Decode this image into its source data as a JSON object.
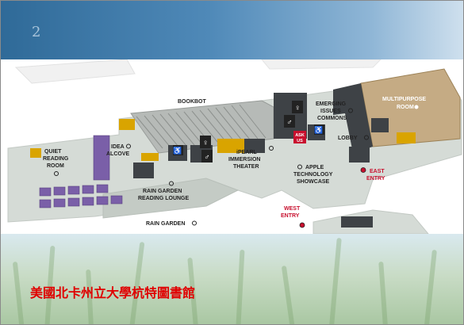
{
  "slide": {
    "number": "2",
    "caption": "美國北卡州立大學杭特圖書館"
  },
  "map": {
    "labels": {
      "bookbot": "BOOKBOT",
      "emerging": "EMERGING",
      "issues": "ISSUES",
      "commons": "COMMONS",
      "multipurpose": "MULTIPURPOSE",
      "room": "ROOM",
      "quiet": "QUIET",
      "reading": "READING",
      "quiet_room": "ROOM",
      "idea": "IDEA",
      "alcove": "ALCOVE",
      "ipearl": "iPEARL",
      "immersion": "IMMERSION",
      "theater": "THEATER",
      "apple": "APPLE",
      "technology": "TECHNOLOGY",
      "showcase": "SHOWCASE",
      "lobby": "LOBBY",
      "east": "EAST",
      "entry": "ENTRY",
      "rain_garden_reading": "RAIN GARDEN",
      "reading_lounge": "READING LOUNGE",
      "rain_garden": "RAIN GARDEN",
      "west": "WEST",
      "west_entry": "ENTRY",
      "ask": "ASK",
      "us": "US"
    },
    "colors": {
      "entry_accent": "#c8102e",
      "furniture": "#7a5fa8",
      "accent_yellow": "#d9a400"
    },
    "icons": [
      "restroom-icon",
      "restroom-icon",
      "restroom-icon",
      "restroom-icon",
      "accessible-icon",
      "accessible-icon",
      "ask-us-icon"
    ]
  }
}
